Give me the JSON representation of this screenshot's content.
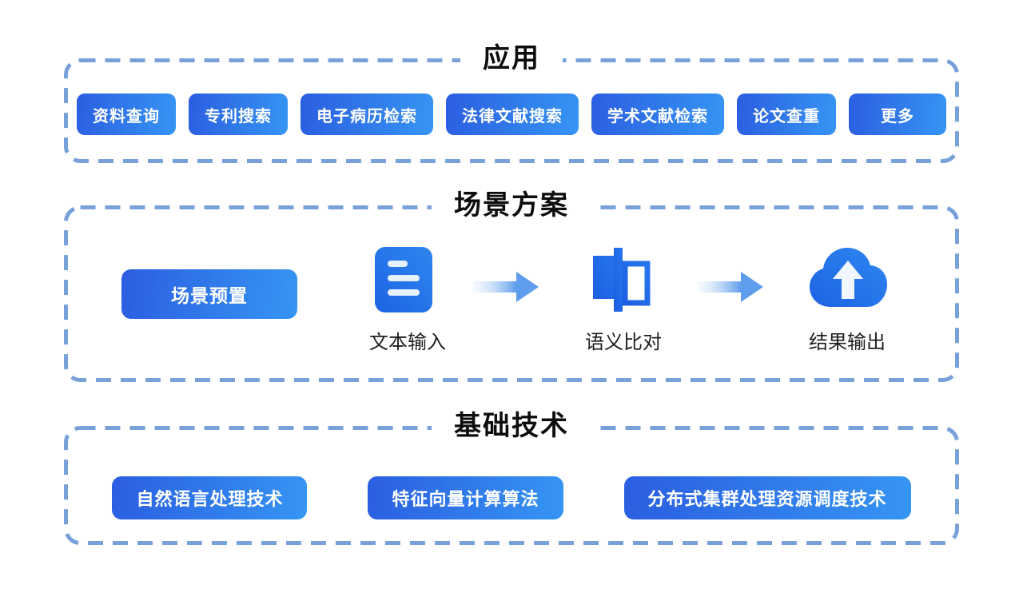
{
  "colors": {
    "button_gradient_start": "#2b5ee1",
    "button_gradient_end": "#3695f3",
    "dashed_border": "#78a1d9",
    "arrow": "#5f9ded",
    "icon_blue_start": "#1d63e4",
    "icon_blue_end": "#2f87f0",
    "title_text": "#0d0d0d",
    "label_text": "#1f1f1f",
    "background": "#ffffff"
  },
  "sections": {
    "application": {
      "title": "应用",
      "buttons": [
        "资料查询",
        "专利搜索",
        "电子病历检索",
        "法律文献搜索",
        "学术文献检索",
        "论文查重",
        "更多"
      ]
    },
    "scenario": {
      "title": "场景方案",
      "preset_button": "场景预置",
      "steps": [
        {
          "label": "文本输入",
          "icon": "document-text-icon"
        },
        {
          "label": "语义比对",
          "icon": "semantic-compare-icon"
        },
        {
          "label": "结果输出",
          "icon": "cloud-upload-icon"
        }
      ]
    },
    "technology": {
      "title": "基础技术",
      "buttons": [
        "自然语言处理技术",
        "特征向量计算算法",
        "分布式集群处理资源调度技术"
      ]
    }
  }
}
